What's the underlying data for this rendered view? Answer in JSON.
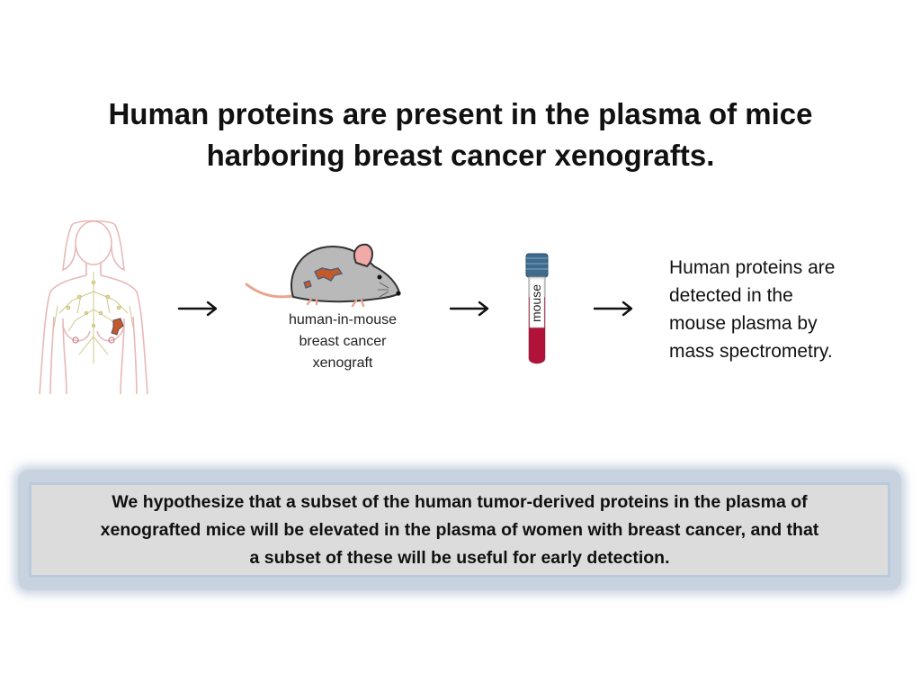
{
  "title": {
    "line1": "Human proteins are present in the plasma of mice",
    "line2": "harboring breast cancer xenografts."
  },
  "mouse_caption": {
    "line1": "human-in-mouse",
    "line2": "breast cancer",
    "line3": "xenograft"
  },
  "tube": {
    "label": "mouse"
  },
  "result": {
    "line1": "Human proteins are",
    "line2": "detected in the",
    "line3": "mouse plasma by",
    "line4": "mass spectrometry."
  },
  "hypothesis": {
    "line1": "We hypothesize that a subset of the human tumor-derived proteins in the plasma of",
    "line2": "xenografted mice will be elevated in the plasma of women with breast cancer, and that",
    "line3": "a subset of these will be useful for early detection."
  },
  "colors": {
    "body_outline": "#e8b8b8",
    "lymph_vessels": "#cfc98a",
    "tumor": "#c25a2a",
    "mouse_body": "#b9b9b9",
    "blood": "#b0123a",
    "tube_cap": "#3f6a8c",
    "hypothesis_border": "#b9c9de",
    "hypothesis_fill": "#dcdcdc"
  }
}
